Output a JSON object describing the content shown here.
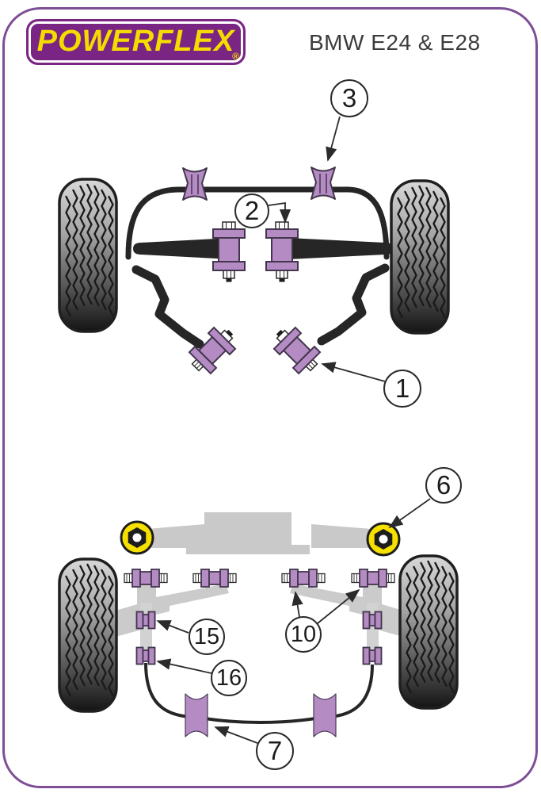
{
  "header": {
    "brand": "POWERFLEX",
    "registered_mark": "®",
    "title": "BMW E24 & E28"
  },
  "diagram": {
    "views": [
      {
        "name": "front-suspension"
      },
      {
        "name": "rear-suspension"
      }
    ],
    "callouts": [
      {
        "label": "1",
        "target": "front-lower-arm-bush"
      },
      {
        "label": "2",
        "target": "front-tie-bar-to-chassis-bush"
      },
      {
        "label": "3",
        "target": "front-anti-roll-bar-mounting-bush"
      },
      {
        "label": "6",
        "target": "rear-subframe-mounting-bush"
      },
      {
        "label": "7",
        "target": "rear-anti-roll-bar-bush"
      },
      {
        "label": "10",
        "target": "rear-trailing-arm-front-bushes"
      },
      {
        "label": "15",
        "target": "rear-link-upper-bush"
      },
      {
        "label": "16",
        "target": "rear-link-lower-bush"
      }
    ],
    "colors": {
      "page_border": "#7d4e96",
      "logo_background": "#7a2483",
      "logo_text": "#f5dc00",
      "bush_fill": "#b58bc4",
      "bush_outline": "#42364c",
      "metal_black": "#262626",
      "subframe_grey": "#c9c9c9",
      "highlight_bush_yellow": "#f6e000"
    }
  }
}
